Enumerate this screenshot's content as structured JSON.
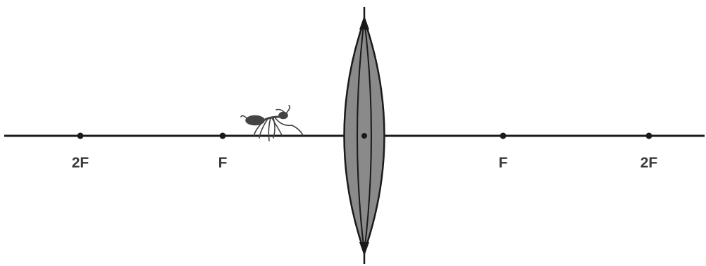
{
  "colors": {
    "background": "#ffffff",
    "line": "#1a1a1a",
    "lens_fill": "#8a8a8a",
    "label": "#3a3a3a",
    "ant": "#444444"
  },
  "labels": {
    "left_2f": "2F",
    "left_f": "F",
    "right_f": "F",
    "right_2f": "2F"
  },
  "objects": {
    "ant_icon": "ant-icon",
    "lens_icon": "convex-lens-icon"
  }
}
